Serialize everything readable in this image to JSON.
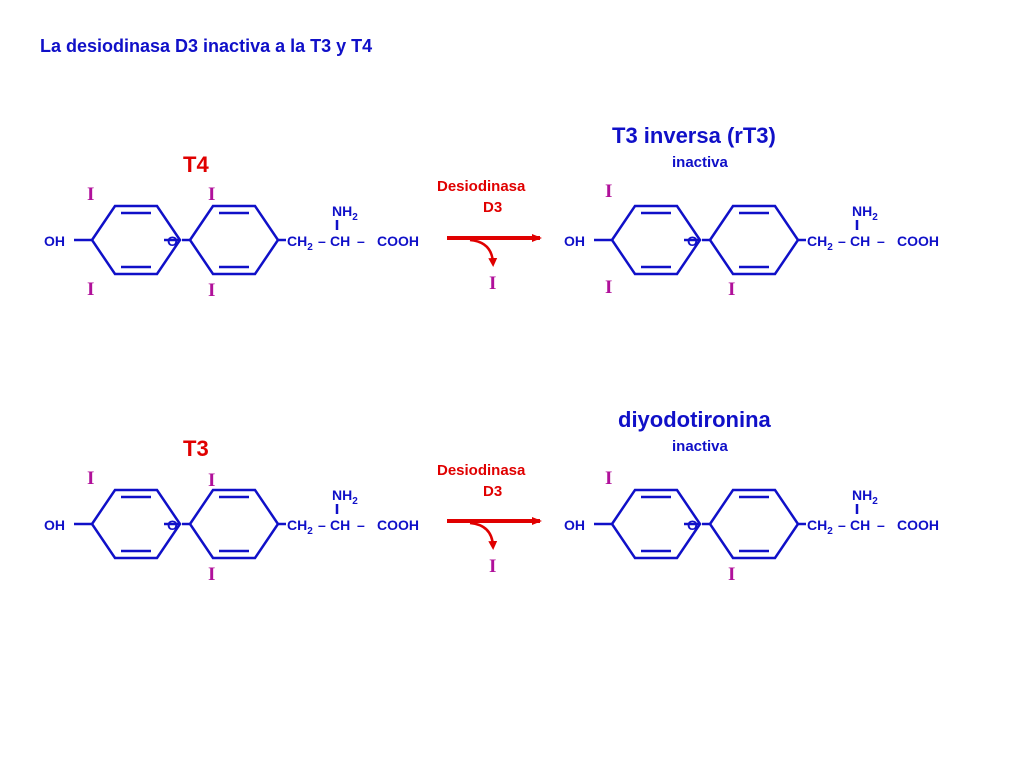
{
  "title": "La desiodinasa D3 inactiva a la T3 y T4",
  "colors": {
    "title": "#1010c8",
    "structure": "#1010c8",
    "label": "#e00000",
    "iodine": "#b0109a"
  },
  "molecules": {
    "t4": {
      "label": "T4"
    },
    "rt3": {
      "label": "T3 inversa (rT3)",
      "sublabel": "inactiva"
    },
    "t3": {
      "label": "T3"
    },
    "t2": {
      "label": "diyodotironina",
      "sublabel": "inactiva"
    }
  },
  "groups": {
    "oh": "OH",
    "o": "O",
    "ch2": "CH",
    "ch2_sub": "2",
    "ch": "CH",
    "cooh": "COOH",
    "nh2": "NH",
    "nh2_sub": "2",
    "dash": "–"
  },
  "iodine_symbol": "I",
  "reaction": {
    "enzyme": "Desiodinasa",
    "enzyme_sub": "D3",
    "released": "I"
  }
}
